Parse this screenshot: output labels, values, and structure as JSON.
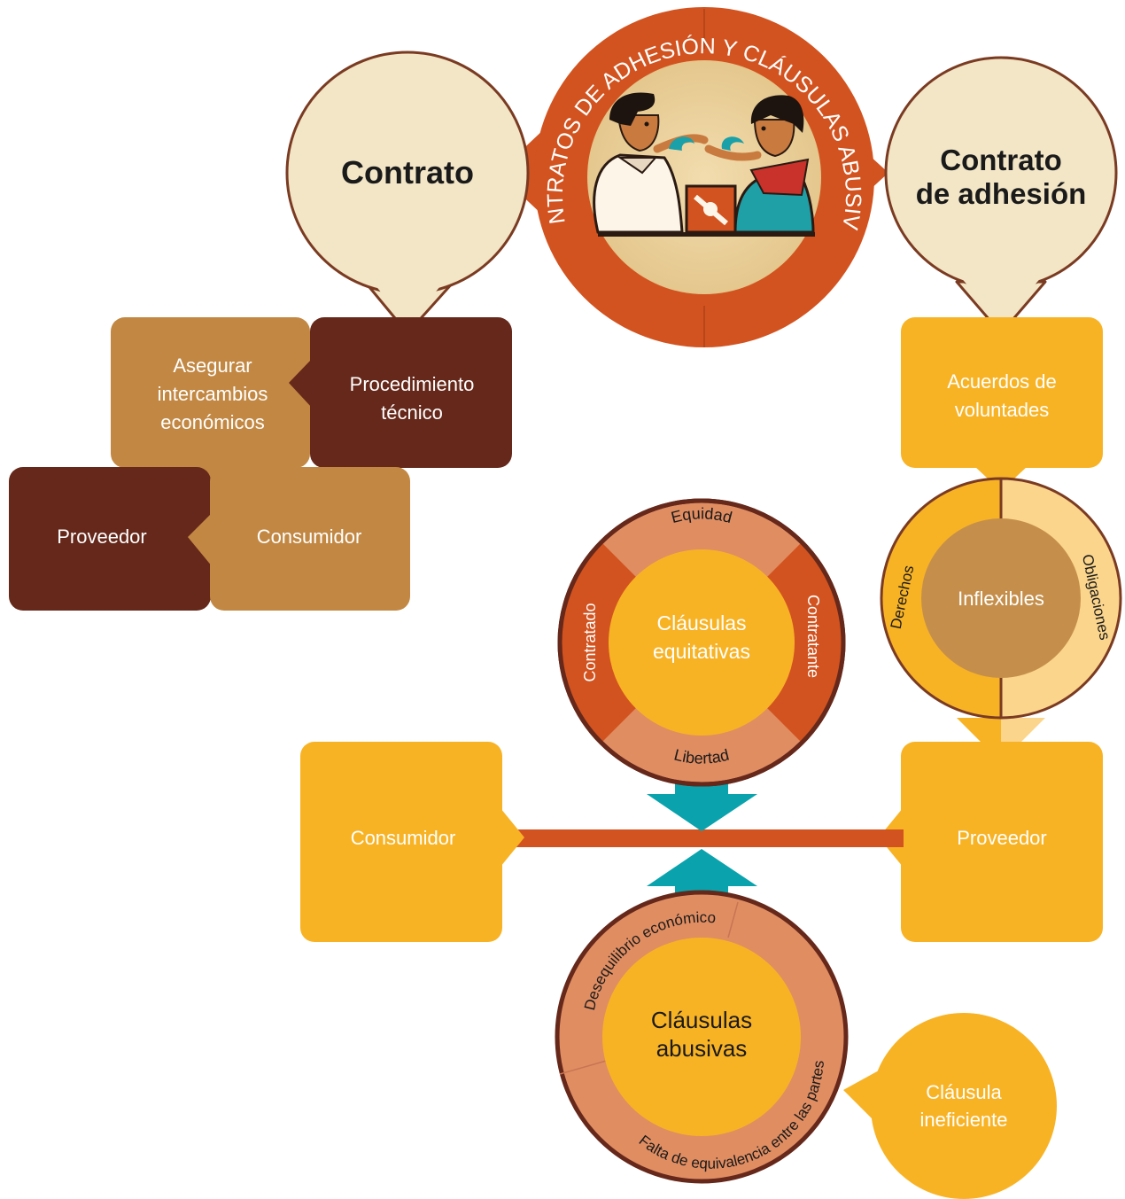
{
  "center_ring": {
    "title": "CONTRATOS DE ADHESIÓN Y CLÁUSULAS ABUSIVAS"
  },
  "left_bubble": {
    "label": "Contrato"
  },
  "right_bubble": {
    "line1": "Contrato",
    "line2": "de adhesión"
  },
  "left_boxes": {
    "asegurar": [
      "Asegurar",
      "intercambios",
      "económicos"
    ],
    "procedimiento": [
      "Procedimiento",
      "técnico"
    ],
    "proveedor": "Proveedor",
    "consumidor": "Consumidor"
  },
  "right_column": {
    "acuerdos": [
      "Acuerdos de",
      "voluntades"
    ],
    "derechos": "Derechos",
    "obligaciones": "Obligaciones",
    "inflexibles": "Inflexibles",
    "proveedor": "Proveedor"
  },
  "equitable_wheel": {
    "center": [
      "Cláusulas",
      "equitativas"
    ],
    "top": "Equidad",
    "bottom": "Libertad",
    "left": "Contratado",
    "right": "Contratante"
  },
  "middle_row": {
    "consumidor": "Consumidor"
  },
  "abusive_wheel": {
    "center": [
      "Cláusulas",
      "abusivas"
    ],
    "arc_top": "Desequilibrio económico",
    "arc_bottom": "Falta de equivalencia entre las partes"
  },
  "ineficiente": [
    "Cláusula",
    "ineficiente"
  ],
  "colors": {
    "ring_orange": "#d2531f",
    "bubble_cream": "#f2e6c6",
    "dark_brown": "#65281a",
    "tan": "#c28843",
    "yellow": "#f8b325",
    "light_yellow": "#fbd58c",
    "salmon": "#e08d62",
    "teal": "#0aa3ad",
    "medium_brown": "#c58f4b"
  }
}
